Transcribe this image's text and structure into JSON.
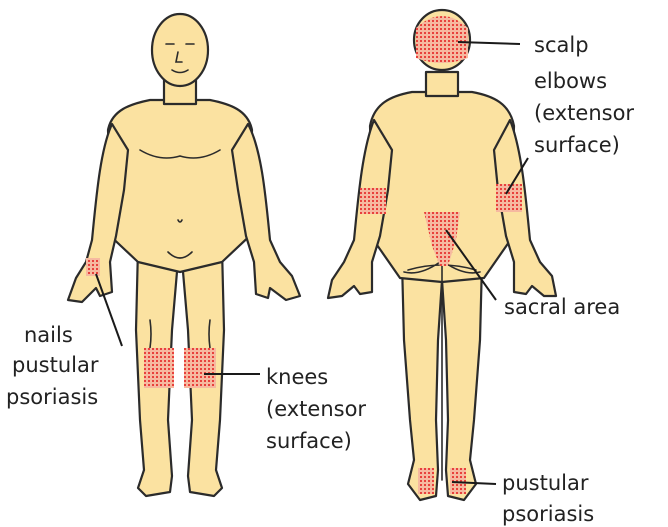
{
  "labels": {
    "scalp": "scalp",
    "elbows_line1": "elbows",
    "elbows_line2": "(extensor",
    "elbows_line3": "surface)",
    "sacral": "sacral area",
    "knees_line1": "knees",
    "knees_line2": "(extensor",
    "knees_line3": "surface)",
    "nails_line1": "nails",
    "nails_line2": "pustular",
    "nails_line3": "psoriasis",
    "feet_line1": "pustular",
    "feet_line2": "psoriasis"
  },
  "colors": {
    "skin": "#fbe2a1",
    "outline": "#2b2b2b",
    "lesion": "#e8413c",
    "text": "#222222"
  }
}
